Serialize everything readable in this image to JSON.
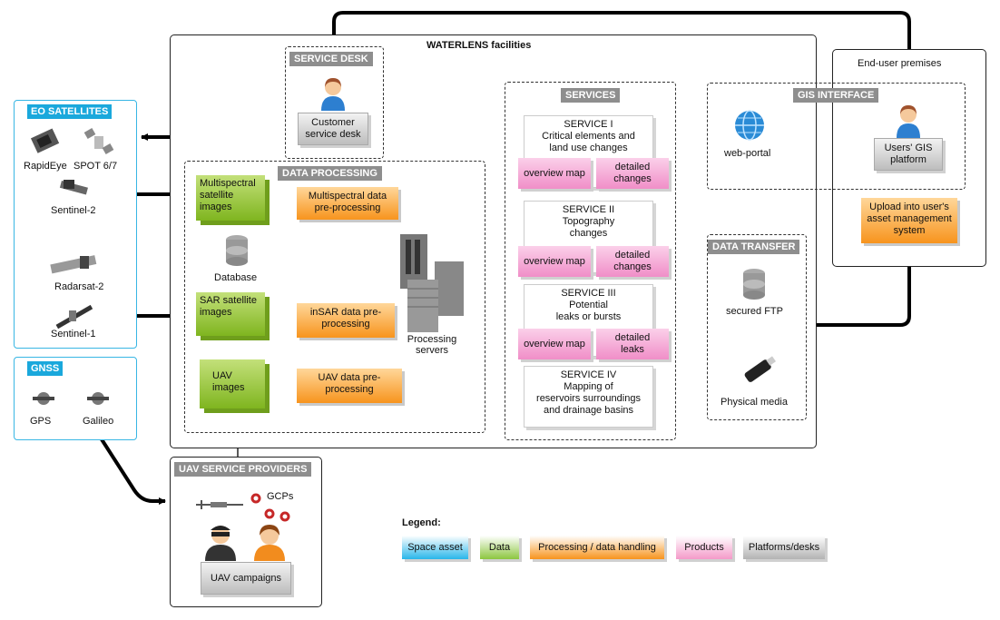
{
  "facilities_title": "WATERLENS facilities",
  "end_user_title": "End-user premises",
  "service_desk": {
    "header": "SERVICE DESK",
    "box": "Customer service desk"
  },
  "eo_satellites": {
    "header": "EO SATELLITES",
    "items": [
      "RapidEye",
      "SPOT 6/7",
      "Sentinel-2",
      "Radarsat-2",
      "Sentinel-1"
    ]
  },
  "gnss": {
    "header": "GNSS",
    "items": [
      "GPS",
      "Galileo"
    ]
  },
  "data_processing": {
    "header": "DATA PROCESSING",
    "data": [
      "Multispectral satellite images",
      "SAR satellite images",
      "UAV images"
    ],
    "processing": [
      "Multispectral data pre-processing",
      "inSAR data pre-processing",
      "UAV data pre-processing"
    ],
    "database": "Database",
    "servers": "Processing servers"
  },
  "services": {
    "header": "SERVICES",
    "list": [
      {
        "title": "SERVICE I",
        "desc": [
          "Critical elements and",
          "land use changes"
        ],
        "p1": "overview map",
        "p2": "detailed changes"
      },
      {
        "title": "SERVICE II",
        "desc": [
          "Topography",
          "changes"
        ],
        "p1": "overview map",
        "p2": "detailed changes"
      },
      {
        "title": "SERVICE III",
        "desc": [
          "Potential",
          "leaks or bursts"
        ],
        "p1": "overview map",
        "p2": "detailed leaks"
      },
      {
        "title": "SERVICE IV",
        "desc": [
          "Mapping of",
          "reservoirs surroundings",
          "and drainage basins"
        ]
      }
    ]
  },
  "gis_interface": {
    "header": "GIS INTERFACE",
    "portal": "web-portal",
    "platform": "Users' GIS platform"
  },
  "upload": "Upload into user's asset management system",
  "data_transfer": {
    "header": "DATA TRANSFER",
    "ftp": "secured FTP",
    "media": "Physical media"
  },
  "uav_providers": {
    "header": "UAV SERVICE PROVIDERS",
    "gcps": "GCPs",
    "campaigns": "UAV campaigns"
  },
  "legend": {
    "title": "Legend:",
    "items": [
      {
        "label": "Space asset",
        "color": "#29b6ea"
      },
      {
        "label": "Data",
        "color": "#8cc63f"
      },
      {
        "label": "Processing / data handling",
        "color": "#f7941d"
      },
      {
        "label": "Products",
        "color": "#f49ac9"
      },
      {
        "label": "Platforms/desks",
        "color": "#b3b3b3"
      }
    ]
  }
}
